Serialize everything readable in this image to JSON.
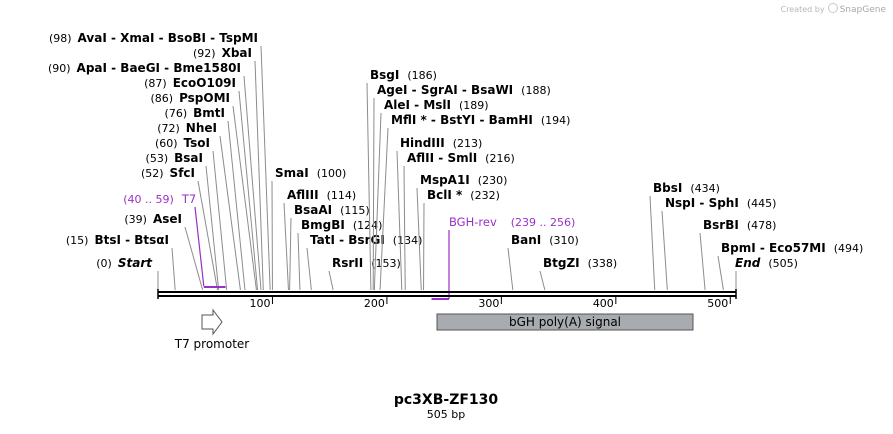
{
  "credit": {
    "prefix": "Created by",
    "brand": "SnapGene"
  },
  "plasmid": {
    "name": "pc3XB-ZF130",
    "size_label": "505 bp",
    "length": 505
  },
  "colors": {
    "enzyme": "#000000",
    "primer": "#9a30c8",
    "feature_fill": "#a8abb0",
    "feature_stroke": "#555555",
    "axis": "#000000",
    "line": "#8c8c8c"
  },
  "ruler": {
    "ticks": [
      {
        "pos": 100,
        "label": "100"
      },
      {
        "pos": 200,
        "label": "200"
      },
      {
        "pos": 300,
        "label": "300"
      },
      {
        "pos": 400,
        "label": "400"
      },
      {
        "pos": 500,
        "label": "500"
      }
    ]
  },
  "enzymes": [
    {
      "id": "avai",
      "pos": 98,
      "pos_label": "(98)",
      "label": "AvaI  - XmaI  - BsoBI  - TspMI",
      "side": "right"
    },
    {
      "id": "xbai",
      "pos": 92,
      "pos_label": "(92)",
      "label": "XbaI",
      "side": "right"
    },
    {
      "id": "apai",
      "pos": 90,
      "pos_label": "(90)",
      "label": "ApaI  - BaeGI  - Bme1580I",
      "side": "right"
    },
    {
      "id": "ecoo109i",
      "pos": 87,
      "pos_label": "(87)",
      "label": "EcoO109I",
      "side": "right"
    },
    {
      "id": "pspomi",
      "pos": 86,
      "pos_label": "(86)",
      "label": "PspOMI",
      "side": "right"
    },
    {
      "id": "bmti",
      "pos": 76,
      "pos_label": "(76)",
      "label": "BmtI",
      "side": "right"
    },
    {
      "id": "nhei",
      "pos": 72,
      "pos_label": "(72)",
      "label": "NheI",
      "side": "right"
    },
    {
      "id": "tsoi",
      "pos": 60,
      "pos_label": "(60)",
      "label": "TsoI",
      "side": "right"
    },
    {
      "id": "bsai",
      "pos": 53,
      "pos_label": "(53)",
      "label": "BsaI",
      "side": "right"
    },
    {
      "id": "sfci",
      "pos": 52,
      "pos_label": "(52)",
      "label": "SfcI",
      "side": "right"
    },
    {
      "id": "asei",
      "pos": 39,
      "pos_label": "(39)",
      "label": "AseI",
      "side": "right"
    },
    {
      "id": "btsi",
      "pos": 15,
      "pos_label": "(15)",
      "label": "BtsI  - BtsαI",
      "side": "right"
    },
    {
      "id": "start",
      "pos": 0,
      "pos_label": "(0)",
      "label": "Start",
      "side": "right",
      "italic": true
    },
    {
      "id": "smai",
      "pos": 100,
      "pos_label": "(100)",
      "label": "SmaI",
      "side": "left"
    },
    {
      "id": "afliii",
      "pos": 114,
      "pos_label": "(114)",
      "label": "AflIII",
      "side": "left"
    },
    {
      "id": "bsaai",
      "pos": 115,
      "pos_label": "(115)",
      "label": "BsaAI",
      "side": "left"
    },
    {
      "id": "bmgbi",
      "pos": 124,
      "pos_label": "(124)",
      "label": "BmgBI",
      "side": "left"
    },
    {
      "id": "tati",
      "pos": 134,
      "pos_label": "(134)",
      "label": "TatI  - BsrGI",
      "side": "left"
    },
    {
      "id": "rsrii",
      "pos": 153,
      "pos_label": "(153)",
      "label": "RsrII",
      "side": "left"
    },
    {
      "id": "bsgi",
      "pos": 186,
      "pos_label": "(186)",
      "label": "BsgI",
      "side": "left"
    },
    {
      "id": "agei",
      "pos": 188,
      "pos_label": "(188)",
      "label": "AgeI  - SgrAI  - BsaWI",
      "side": "left"
    },
    {
      "id": "alei",
      "pos": 189,
      "pos_label": "(189)",
      "label": "AleI  - MslI",
      "side": "left"
    },
    {
      "id": "mfli",
      "pos": 194,
      "pos_label": "(194)",
      "label": "MflI *  - BstYI  - BamHI",
      "side": "left"
    },
    {
      "id": "hindiii",
      "pos": 213,
      "pos_label": "(213)",
      "label": "HindIII",
      "side": "left"
    },
    {
      "id": "afliii2",
      "pos": 216,
      "pos_label": "(216)",
      "label": "AflII  - SmlI",
      "side": "left"
    },
    {
      "id": "mspa1i",
      "pos": 230,
      "pos_label": "(230)",
      "label": "MspA1I",
      "side": "left"
    },
    {
      "id": "bcli",
      "pos": 232,
      "pos_label": "(232)",
      "label": "BclI *",
      "side": "left"
    },
    {
      "id": "bani",
      "pos": 310,
      "pos_label": "(310)",
      "label": "BanI",
      "side": "left"
    },
    {
      "id": "btgzi",
      "pos": 338,
      "pos_label": "(338)",
      "label": "BtgZI",
      "side": "left"
    },
    {
      "id": "bbsi",
      "pos": 434,
      "pos_label": "(434)",
      "label": "BbsI",
      "side": "left"
    },
    {
      "id": "nspi",
      "pos": 445,
      "pos_label": "(445)",
      "label": "NspI  - SphI",
      "side": "left"
    },
    {
      "id": "bsrbi",
      "pos": 478,
      "pos_label": "(478)",
      "label": "BsrBI",
      "side": "left"
    },
    {
      "id": "bpmi",
      "pos": 494,
      "pos_label": "(494)",
      "label": "BpmI  - Eco57MI",
      "side": "left"
    },
    {
      "id": "end",
      "pos": 505,
      "pos_label": "(505)",
      "label": "End",
      "side": "left",
      "italic": true
    }
  ],
  "primers": [
    {
      "id": "t7",
      "name": "T7",
      "range_label": "(40 .. 59)",
      "start": 40,
      "end": 59,
      "side": "right"
    },
    {
      "id": "bgh-rev",
      "name": "BGH-rev",
      "range_label": "(239 .. 256)",
      "start": 239,
      "end": 256,
      "side": "left"
    }
  ],
  "features": [
    {
      "id": "t7-promoter",
      "name": "T7 promoter",
      "start": 40,
      "end": 59,
      "type": "promoter-arrow"
    },
    {
      "id": "bgh-polya",
      "name": "bGH poly(A) signal",
      "start": 244,
      "end": 468,
      "type": "box"
    }
  ]
}
